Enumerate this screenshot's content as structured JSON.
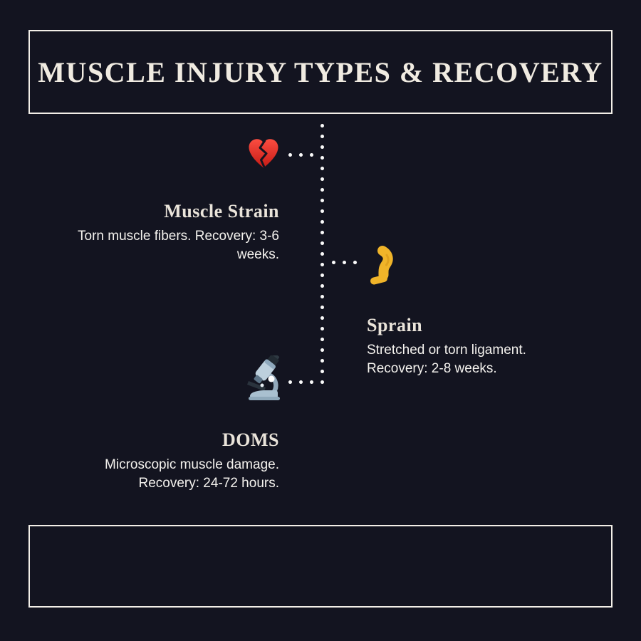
{
  "meta": {
    "background_color": "#131420",
    "frame_border_color": "#f3efe8",
    "dot_color": "#fafafa",
    "heading_color": "#eae4da",
    "body_text_color": "#f4f2ee"
  },
  "header": {
    "title": "MUSCLE INJURY TYPES & RECOVERY"
  },
  "timeline": {
    "items": [
      {
        "icon": "broken-heart-icon",
        "icon_color": "#e03229",
        "heading": "Muscle Strain",
        "description": "Torn muscle fibers. Recovery: 3-6 weeks.",
        "side": "left"
      },
      {
        "icon": "leg-icon",
        "icon_color": "#f0b429",
        "heading": "Sprain",
        "description": "Stretched or torn ligament. Recovery: 2-8 weeks.",
        "side": "right"
      },
      {
        "icon": "microscope-icon",
        "icon_color": "#b5c9d8",
        "heading": "DOMS",
        "description": "Microscopic muscle damage. Recovery: 24-72 hours.",
        "side": "left"
      }
    ]
  },
  "footer": {
    "note": ""
  }
}
